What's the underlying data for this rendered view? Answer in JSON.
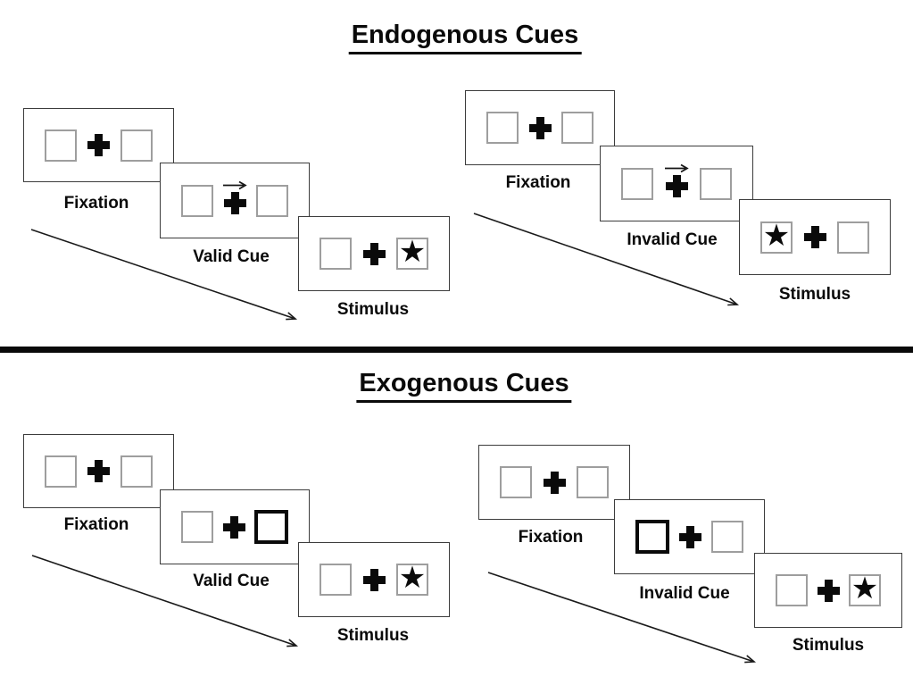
{
  "sections": {
    "endogenous": {
      "title": "Endogenous Cues",
      "valid": {
        "fixation": "Fixation",
        "cue": "Valid Cue",
        "stimulus": "Stimulus"
      },
      "invalid": {
        "fixation": "Fixation",
        "cue": "Invalid Cue",
        "stimulus": "Stimulus"
      }
    },
    "exogenous": {
      "title": "Exogenous Cues",
      "valid": {
        "fixation": "Fixation",
        "cue": "Valid Cue",
        "stimulus": "Stimulus"
      },
      "invalid": {
        "fixation": "Fixation",
        "cue": "Invalid Cue",
        "stimulus": "Stimulus"
      }
    }
  },
  "symbols": {
    "star": "★"
  },
  "colors": {
    "text": "#0a0a0a",
    "panel_border": "#3c3c3c",
    "square_border": "#9e9e9e",
    "cue_square_border": "#0a0a0a",
    "divider": "#0a0a0a",
    "arrow": "#1a1a1a"
  }
}
